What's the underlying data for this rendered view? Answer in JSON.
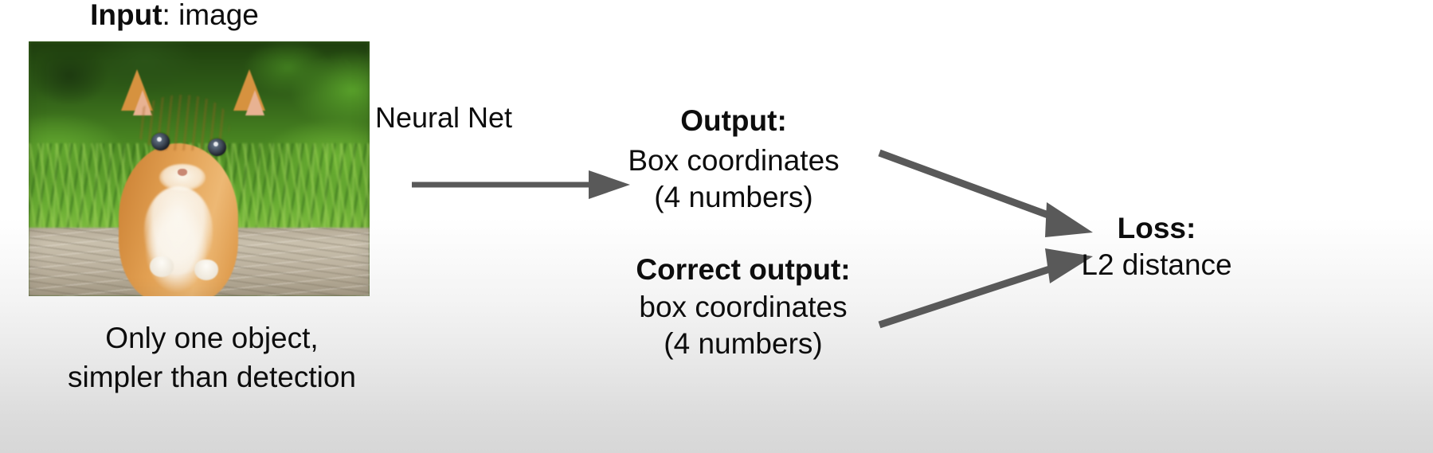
{
  "slide": {
    "title_prefix": "Input",
    "title_suffix": ": image"
  },
  "input": {
    "label_bold": "Input",
    "label_rest": ": image",
    "image_alt": "kitten-photo"
  },
  "pipeline": {
    "neural_net_label": "Neural Net"
  },
  "output": {
    "heading": "Output:",
    "line2": "Box coordinates",
    "line3": "(4 numbers)"
  },
  "correct_output": {
    "heading": "Correct output:",
    "line2": "box coordinates",
    "line3": "(4 numbers)"
  },
  "loss": {
    "heading": "Loss:",
    "line2": "L2 distance"
  },
  "note": {
    "line1": "Only one object,",
    "line2": "simpler than detection"
  },
  "colors": {
    "arrow": "#595959",
    "text": "#0d0d0d",
    "background_top": "#ffffff",
    "background_bottom": "#d7d7d7"
  }
}
